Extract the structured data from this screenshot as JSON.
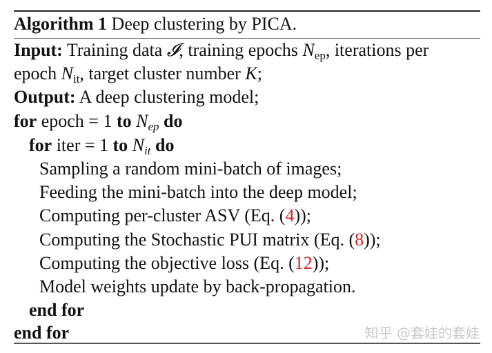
{
  "algorithm": {
    "label": "Algorithm 1",
    "title": "Deep clustering by PICA.",
    "input_label": "Input:",
    "input_text_1": "Training data",
    "input_sym_I": "𝓘",
    "input_text_2": ", training epochs",
    "N": "N",
    "sub_ep": "ep",
    "input_text_3": ", iterations per",
    "input_text_4": "epoch",
    "sub_it": "it",
    "input_text_5": ", target cluster number",
    "K": "K",
    "input_text_6": ";",
    "output_label": "Output:",
    "output_text": "A deep clustering model;",
    "kw_for": "for",
    "kw_to": "to",
    "kw_do": "do",
    "kw_end_for": "end for",
    "outer_loop_var": "epoch = 1",
    "inner_loop_var": "iter = 1",
    "outer_sub": "ep",
    "inner_sub": "it",
    "steps": [
      {
        "text": "Sampling a random mini-batch of images;"
      },
      {
        "text": "Feeding the mini-batch into the deep model;"
      },
      {
        "pre": "Computing per-cluster ASV (Eq. (",
        "ref": "4",
        "post": "));"
      },
      {
        "pre": "Computing the Stochastic PUI matrix (Eq. (",
        "ref": "8",
        "post": "));"
      },
      {
        "pre": "Computing the objective loss (Eq. (",
        "ref": "12",
        "post": "));"
      },
      {
        "text": "Model weights update by back-propagation."
      }
    ]
  },
  "watermark": "知乎 @套娃的套娃",
  "colors": {
    "ref": "#d8232a",
    "text": "#111111",
    "watermark": "#c8c8c8"
  }
}
